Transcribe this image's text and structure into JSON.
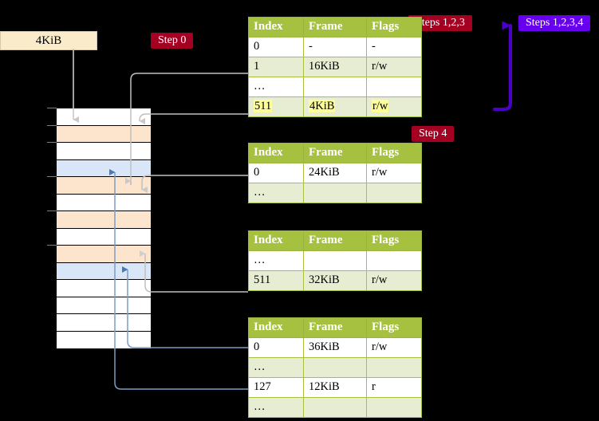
{
  "labels": {
    "kib_box": "4KiB",
    "step0": "Step 0",
    "step4": "Step 4",
    "steps123": "Steps 1,2,3",
    "steps1234": "Steps 1,2,3,4"
  },
  "colors": {
    "badge_red": "#a30022",
    "badge_violet": "#6600ee",
    "table_header": "#a6c03f",
    "table_tint": "#e7edd3",
    "highlight": "#ffff99",
    "mem_peach": "#fde4cd",
    "mem_blue": "#d9e6f7",
    "kib_box_bg": "#faeccb",
    "connector_gray": "#b3b3b3",
    "connector_blue": "#7a9cc6",
    "bracket_violet": "#4b00c8"
  },
  "columns": [
    "Index",
    "Frame",
    "Flags"
  ],
  "tables": [
    {
      "id": "pml4-table",
      "rows": [
        {
          "index": "0",
          "frame": "-",
          "flags": "-",
          "tint": false,
          "highlight": false
        },
        {
          "index": "1",
          "frame": "16KiB",
          "flags": "r/w",
          "tint": true,
          "highlight": false
        },
        {
          "index": "…",
          "frame": "",
          "flags": "",
          "tint": false,
          "highlight": false
        },
        {
          "index": "511",
          "frame": "4KiB",
          "flags": "r/w",
          "tint": true,
          "highlight": true
        }
      ]
    },
    {
      "id": "pdpt-table",
      "rows": [
        {
          "index": "0",
          "frame": "24KiB",
          "flags": "r/w",
          "tint": false,
          "highlight": false
        },
        {
          "index": "…",
          "frame": "",
          "flags": "",
          "tint": true,
          "highlight": false
        }
      ]
    },
    {
      "id": "pd-table",
      "rows": [
        {
          "index": "…",
          "frame": "",
          "flags": "",
          "tint": false,
          "highlight": false
        },
        {
          "index": "511",
          "frame": "32KiB",
          "flags": "r/w",
          "tint": true,
          "highlight": false
        }
      ]
    },
    {
      "id": "pt-table",
      "rows": [
        {
          "index": "0",
          "frame": "36KiB",
          "flags": "r/w",
          "tint": false,
          "highlight": false
        },
        {
          "index": "…",
          "frame": "",
          "flags": "",
          "tint": true,
          "highlight": false
        },
        {
          "index": "127",
          "frame": "12KiB",
          "flags": "r",
          "tint": false,
          "highlight": false
        },
        {
          "index": "…",
          "frame": "",
          "flags": "",
          "tint": true,
          "highlight": false
        }
      ]
    }
  ],
  "memory_rows": [
    {
      "fill": "white"
    },
    {
      "fill": "peach"
    },
    {
      "fill": "white"
    },
    {
      "fill": "blue"
    },
    {
      "fill": "peach"
    },
    {
      "fill": "white"
    },
    {
      "fill": "peach"
    },
    {
      "fill": "white"
    },
    {
      "fill": "peach"
    },
    {
      "fill": "blue"
    },
    {
      "fill": "white"
    },
    {
      "fill": "white"
    },
    {
      "fill": "white"
    },
    {
      "fill": "white"
    }
  ],
  "memory_ticks": [
    0,
    1,
    2,
    4,
    6,
    8
  ]
}
